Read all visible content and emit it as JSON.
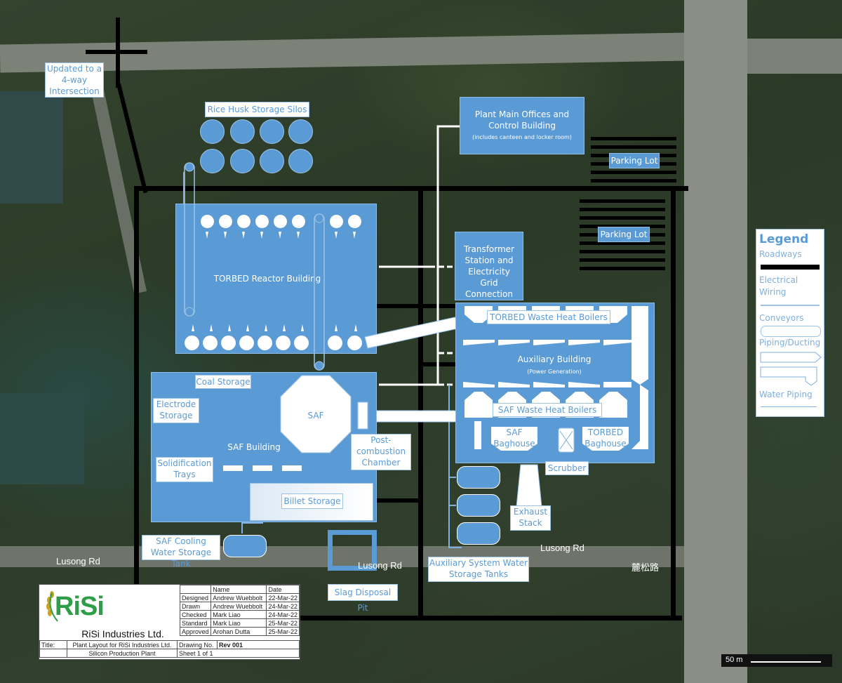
{
  "annotations": {
    "intersection_note": "Updated to a 4-way Intersection"
  },
  "buildings": {
    "rice_husk_silos": "Rice Husk Storage Silos",
    "plant_offices": "Plant Main Offices and Control Building",
    "plant_offices_sub": "(includes canteen and locker room)",
    "parking_lot_1": "Parking Lot",
    "parking_lot_2": "Parking Lot",
    "transformer": "Transformer Station and Electricity Grid Connection",
    "torbed_reactor": "TORBED Reactor Building",
    "torbed_boilers": "TORBED Waste Heat Boilers",
    "auxiliary_building": "Auxiliary Building",
    "auxiliary_building_sub": "(Power Generation)",
    "saf_boilers": "SAF Waste Heat Boilers",
    "saf_baghouse": "SAF Baghouse",
    "torbed_baghouse": "TORBED Baghouse",
    "scrubber": "Scrubber",
    "exhaust_stack": "Exhaust Stack",
    "coal_storage": "Coal Storage",
    "electrode_storage": "Electrode Storage",
    "saf": "SAF",
    "saf_building": "SAF Building",
    "post_combustion": "Post-combustion Chamber",
    "solidification_trays": "Solidification Trays",
    "billet_storage": "Billet Storage",
    "saf_cooling_tank": "SAF Cooling Water Storage Tank",
    "slag_pit": "Slag Disposal Pit",
    "aux_water_tanks": "Auxiliary System Water Storage Tanks"
  },
  "map_labels": {
    "road_1": "Lusong Rd",
    "road_2": "Lusong Rd",
    "road_3": "Lusong Rd",
    "road_chinese": "麓松路",
    "scale": "50 m"
  },
  "legend": {
    "title": "Legend",
    "roadways": "Roadways",
    "electrical": "Electrical Wiring",
    "conveyors": "Conveyors",
    "piping": "Piping/Ducting",
    "water": "Water Piping"
  },
  "title_block": {
    "company": "RiSi Industries Ltd.",
    "logo_text": "RiSi",
    "col_name": "Name",
    "col_date": "Date",
    "rows": [
      {
        "role": "Designed",
        "name": "Andrew Wuebbolt",
        "date": "22-Mar-22"
      },
      {
        "role": "Drawn",
        "name": "Andrew Wuebbolt",
        "date": "24-Mar-22"
      },
      {
        "role": "Checked",
        "name": "Mark Liao",
        "date": "24-Mar-22"
      },
      {
        "role": "Standard",
        "name": "Mark Liao",
        "date": "25-Mar-22"
      },
      {
        "role": "Approved",
        "name": "Arohan Dutta",
        "date": "25-Mar-22"
      }
    ],
    "title_label": "Title:",
    "title_line1": "Plant Layout for RiSi Industries Ltd.",
    "title_line2": "Silicon Production Plant",
    "drawing_no_label": "Drawing No.",
    "drawing_no": "Rev 001",
    "sheet": "Sheet 1 of 1"
  },
  "colors": {
    "building": "#5b9bd5",
    "road": "#000000",
    "logo_green": "#2e9e48"
  }
}
